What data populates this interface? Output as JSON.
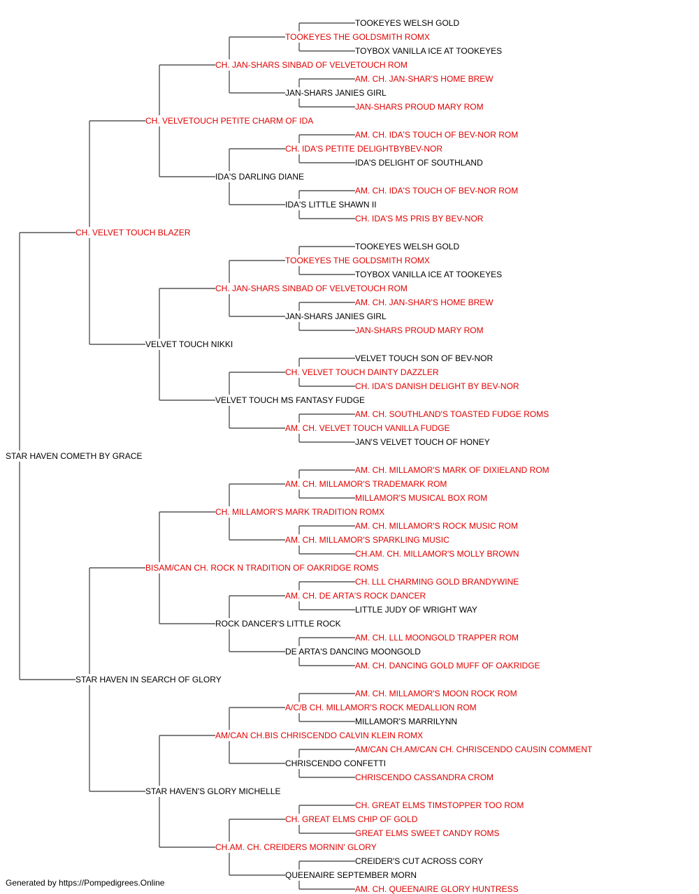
{
  "tree": {
    "name": "STAR HAVEN COMETH BY GRACE",
    "champion": false,
    "sire": {
      "name": "CH. VELVET TOUCH BLAZER",
      "champion": true,
      "sire": {
        "name": "CH. VELVETOUCH PETITE CHARM OF IDA",
        "champion": true,
        "sire": {
          "name": "CH. JAN-SHARS SINBAD OF VELVETOUCH ROM",
          "champion": true,
          "sire": {
            "name": "TOOKEYES THE GOLDSMITH ROMX",
            "champion": true,
            "sire": {
              "name": "TOOKEYES WELSH GOLD",
              "champion": false
            },
            "dam": {
              "name": "TOYBOX VANILLA ICE AT TOOKEYES",
              "champion": false
            }
          },
          "dam": {
            "name": "JAN-SHARS JANIES GIRL",
            "champion": false,
            "sire": {
              "name": "AM. CH. JAN-SHAR'S HOME BREW",
              "champion": true
            },
            "dam": {
              "name": "JAN-SHARS PROUD MARY ROM",
              "champion": true
            }
          }
        },
        "dam": {
          "name": "IDA'S DARLING DIANE",
          "champion": false,
          "sire": {
            "name": "CH. IDA'S PETITE DELIGHTBYBEV-NOR",
            "champion": true,
            "sire": {
              "name": "AM. CH. IDA'S TOUCH OF BEV-NOR ROM",
              "champion": true
            },
            "dam": {
              "name": "IDA'S DELIGHT OF SOUTHLAND",
              "champion": false
            }
          },
          "dam": {
            "name": "IDA'S LITTLE SHAWN II",
            "champion": false,
            "sire": {
              "name": "AM. CH. IDA'S TOUCH OF BEV-NOR ROM",
              "champion": true
            },
            "dam": {
              "name": "CH. IDA'S MS PRIS BY BEV-NOR",
              "champion": true
            }
          }
        }
      },
      "dam": {
        "name": "VELVET TOUCH NIKKI",
        "champion": false,
        "sire": {
          "name": "CH. JAN-SHARS SINBAD OF VELVETOUCH ROM",
          "champion": true,
          "sire": {
            "name": "TOOKEYES THE GOLDSMITH ROMX",
            "champion": true,
            "sire": {
              "name": "TOOKEYES WELSH GOLD",
              "champion": false
            },
            "dam": {
              "name": "TOYBOX VANILLA ICE AT TOOKEYES",
              "champion": false
            }
          },
          "dam": {
            "name": "JAN-SHARS JANIES GIRL",
            "champion": false,
            "sire": {
              "name": "AM. CH. JAN-SHAR'S HOME BREW",
              "champion": true
            },
            "dam": {
              "name": "JAN-SHARS PROUD MARY ROM",
              "champion": true
            }
          }
        },
        "dam": {
          "name": "VELVET TOUCH MS FANTASY FUDGE",
          "champion": false,
          "sire": {
            "name": "CH. VELVET TOUCH DAINTY DAZZLER",
            "champion": true,
            "sire": {
              "name": "VELVET TOUCH SON OF BEV-NOR",
              "champion": false
            },
            "dam": {
              "name": "CH. IDA'S DANISH DELIGHT BY BEV-NOR",
              "champion": true
            }
          },
          "dam": {
            "name": "AM. CH. VELVET TOUCH VANILLA FUDGE",
            "champion": true,
            "sire": {
              "name": "AM. CH. SOUTHLAND'S TOASTED FUDGE ROMS",
              "champion": true
            },
            "dam": {
              "name": "JAN'S VELVET TOUCH OF HONEY",
              "champion": false
            }
          }
        }
      }
    },
    "dam": {
      "name": "STAR HAVEN IN SEARCH OF GLORY",
      "champion": false,
      "sire": {
        "name": "BISAM/CAN CH. ROCK N TRADITION OF OAKRIDGE ROMS",
        "champion": true,
        "sire": {
          "name": "CH. MILLAMOR'S MARK TRADITION ROMX",
          "champion": true,
          "sire": {
            "name": "AM. CH. MILLAMOR'S TRADEMARK ROM",
            "champion": true,
            "sire": {
              "name": "AM. CH. MILLAMOR'S MARK OF DIXIELAND ROM",
              "champion": true
            },
            "dam": {
              "name": "MILLAMOR'S MUSICAL BOX ROM",
              "champion": true
            }
          },
          "dam": {
            "name": "AM. CH. MILLAMOR'S SPARKLING MUSIC",
            "champion": true,
            "sire": {
              "name": "AM. CH. MILLAMOR'S ROCK MUSIC ROM",
              "champion": true
            },
            "dam": {
              "name": "CH.AM. CH. MILLAMOR'S MOLLY BROWN",
              "champion": true
            }
          }
        },
        "dam": {
          "name": "ROCK DANCER'S LITTLE ROCK",
          "champion": false,
          "sire": {
            "name": "AM. CH. DE ARTA'S ROCK DANCER",
            "champion": true,
            "sire": {
              "name": "CH. LLL CHARMING GOLD BRANDYWINE",
              "champion": true
            },
            "dam": {
              "name": "LITTLE JUDY OF WRIGHT WAY",
              "champion": false
            }
          },
          "dam": {
            "name": "DE ARTA'S DANCING MOONGOLD",
            "champion": false,
            "sire": {
              "name": "AM. CH. LLL MOONGOLD TRAPPER ROM",
              "champion": true
            },
            "dam": {
              "name": "AM. CH. DANCING GOLD MUFF OF OAKRIDGE",
              "champion": true
            }
          }
        }
      },
      "dam": {
        "name": "STAR HAVEN'S GLORY MICHELLE",
        "champion": false,
        "sire": {
          "name": "AM/CAN CH.BIS CHRISCENDO CALVIN KLEIN ROMX",
          "champion": true,
          "sire": {
            "name": "A/C/B CH. MILLAMOR'S ROCK MEDALLION ROM",
            "champion": true,
            "sire": {
              "name": "AM. CH. MILLAMOR'S MOON ROCK ROM",
              "champion": true
            },
            "dam": {
              "name": "MILLAMOR'S MARRILYNN",
              "champion": false
            }
          },
          "dam": {
            "name": "CHRISCENDO CONFETTI",
            "champion": false,
            "sire": {
              "name": "AM/CAN CH.AM/CAN CH. CHRISCENDO CAUSIN COMMENT",
              "champion": true
            },
            "dam": {
              "name": "CHRISCENDO CASSANDRA CROM",
              "champion": true
            }
          }
        },
        "dam": {
          "name": "CH.AM. CH. CREIDERS MORNIN' GLORY",
          "champion": true,
          "sire": {
            "name": "CH. GREAT ELMS CHIP OF GOLD",
            "champion": true,
            "sire": {
              "name": "CH. GREAT ELMS TIMSTOPPER TOO ROM",
              "champion": true
            },
            "dam": {
              "name": "GREAT ELMS SWEET CANDY ROMS",
              "champion": true
            }
          },
          "dam": {
            "name": "QUEENAIRE SEPTEMBER MORN",
            "champion": false,
            "sire": {
              "name": "CREIDER'S CUT ACROSS CORY",
              "champion": false
            },
            "dam": {
              "name": "AM. CH. QUEENAIRE GLORY HUNTRESS",
              "champion": true
            }
          }
        }
      }
    }
  },
  "footer": "Generated by https://Pompedigrees.Online",
  "colors": {
    "champion": "#e00000",
    "regular": "#000000",
    "connector": "#555555"
  }
}
